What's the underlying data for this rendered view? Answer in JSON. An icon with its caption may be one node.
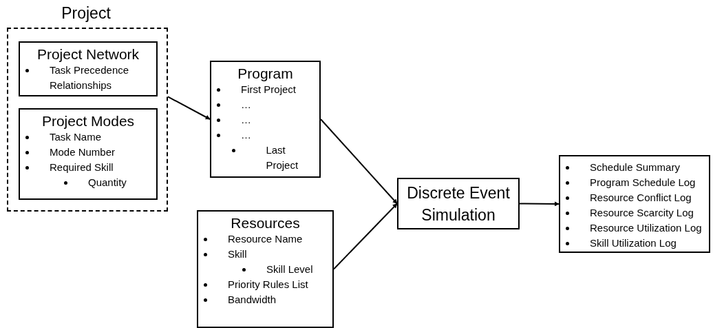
{
  "diagram": {
    "nodes": [
      {
        "text": [
          "Project"
        ]
      },
      {
        "text": [
          "Project Network",
          "Task Precedence Relationships"
        ],
        "in": 0
      },
      {
        "text": [
          "Project Modes",
          "Task Name",
          "Mode Number",
          "Required Skill",
          "Quantity"
        ],
        "in": 0
      },
      {
        "text": [
          "Program",
          "First Project",
          "…",
          "…",
          "…",
          "Last Project"
        ]
      },
      {
        "text": [
          "Resources",
          "Resource Name",
          "Skill",
          "Skill Level",
          "Priority Rules List",
          "Bandwidth"
        ]
      },
      {
        "text": [
          "Discrete Event Simulation"
        ]
      },
      {
        "text": [
          "Schedule Summary",
          "Program Schedule Log",
          "Resource Conflict Log",
          "Resource Scarcity Log",
          "Resource Utilization Log",
          "Skill Utilization Log"
        ]
      }
    ],
    "edges": [
      {
        "from": 0,
        "to": 3,
        "arrow": "to"
      },
      {
        "from": 3,
        "to": 5,
        "arrow": "to"
      },
      {
        "from": 4,
        "to": 5,
        "arrow": "to"
      },
      {
        "from": 5,
        "to": 6,
        "arrow": "to"
      }
    ]
  }
}
